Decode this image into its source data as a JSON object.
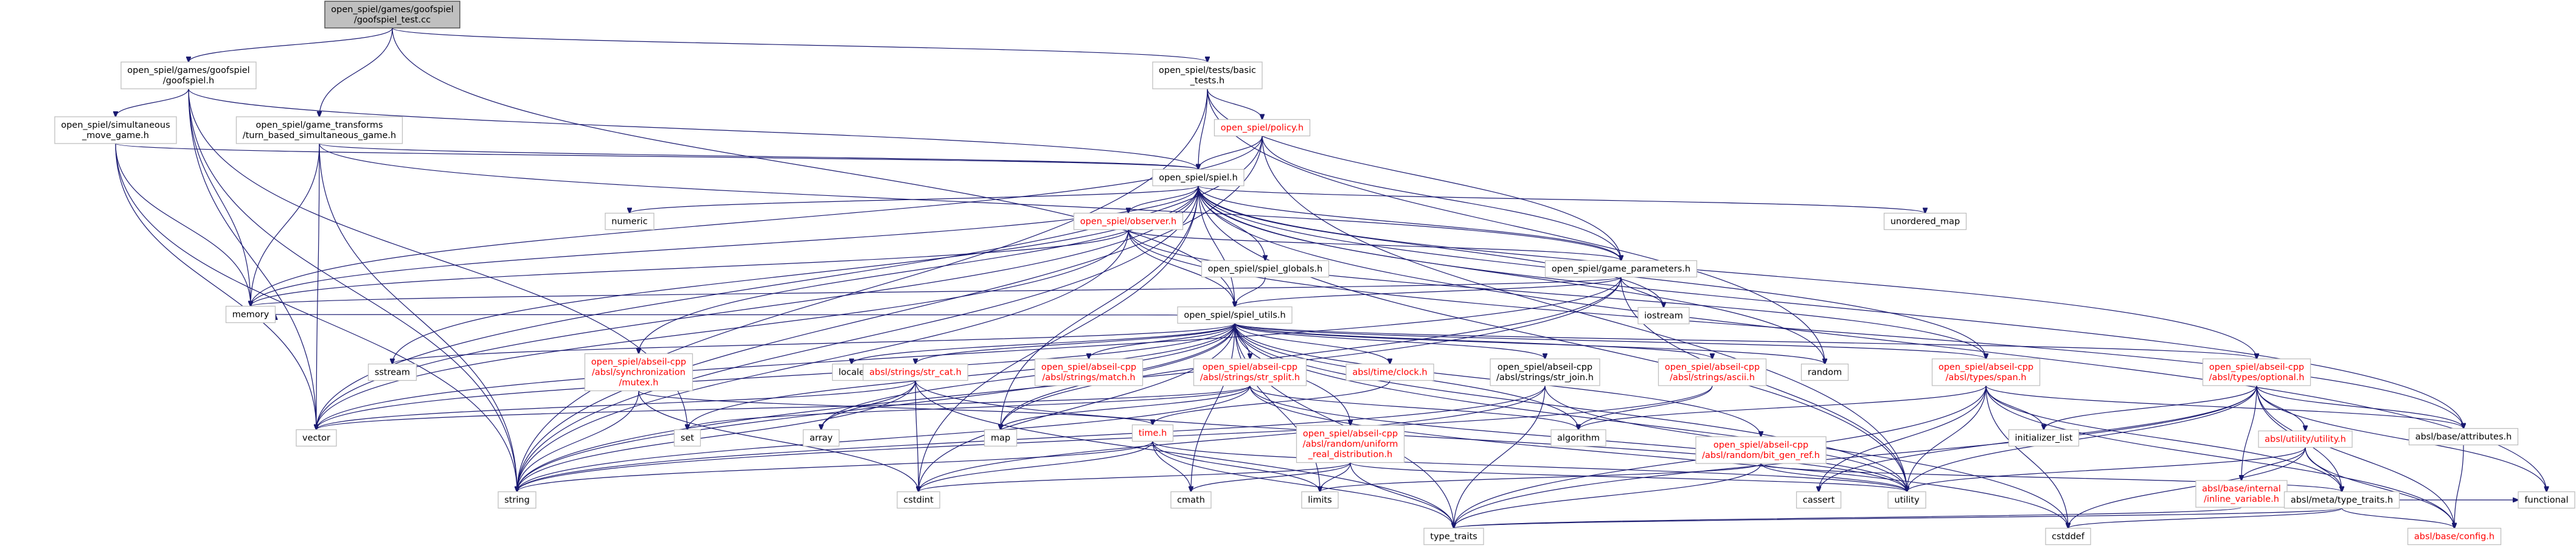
{
  "graph": {
    "nodes": [
      {
        "id": "goofspiel_test",
        "lines": [
          "open_spiel/games/goofspiel",
          "/goofspiel_test.cc"
        ],
        "style": "root"
      },
      {
        "id": "goofspiel_h",
        "lines": [
          "open_spiel/games/goofspiel",
          "/goofspiel.h"
        ],
        "style": "black"
      },
      {
        "id": "basic_tests",
        "lines": [
          "open_spiel/tests/basic",
          "_tests.h"
        ],
        "style": "black"
      },
      {
        "id": "simultaneous",
        "lines": [
          "open_spiel/simultaneous",
          "_move_game.h"
        ],
        "style": "black"
      },
      {
        "id": "turn_based",
        "lines": [
          "open_spiel/game_transforms",
          "/turn_based_simultaneous_game.h"
        ],
        "style": "black"
      },
      {
        "id": "policy",
        "lines": [
          "open_spiel/policy.h"
        ],
        "style": "red"
      },
      {
        "id": "spiel_h",
        "lines": [
          "open_spiel/spiel.h"
        ],
        "style": "black"
      },
      {
        "id": "numeric",
        "lines": [
          "numeric"
        ],
        "style": "gray"
      },
      {
        "id": "unordered_map",
        "lines": [
          "unordered_map"
        ],
        "style": "gray"
      },
      {
        "id": "observer",
        "lines": [
          "open_spiel/observer.h"
        ],
        "style": "red"
      },
      {
        "id": "spiel_globals",
        "lines": [
          "open_spiel/spiel_globals.h"
        ],
        "style": "black"
      },
      {
        "id": "game_parameters",
        "lines": [
          "open_spiel/game_parameters.h"
        ],
        "style": "black"
      },
      {
        "id": "memory",
        "lines": [
          "memory"
        ],
        "style": "gray"
      },
      {
        "id": "iostream",
        "lines": [
          "iostream"
        ],
        "style": "gray"
      },
      {
        "id": "spiel_utils",
        "lines": [
          "open_spiel/spiel_utils.h"
        ],
        "style": "black"
      },
      {
        "id": "sstream",
        "lines": [
          "sstream"
        ],
        "style": "gray"
      },
      {
        "id": "mutex",
        "lines": [
          "open_spiel/abseil-cpp",
          "/absl/synchronization",
          "/mutex.h"
        ],
        "style": "red"
      },
      {
        "id": "locale",
        "lines": [
          "locale"
        ],
        "style": "gray"
      },
      {
        "id": "str_cat",
        "lines": [
          "absl/strings/str_cat.h"
        ],
        "style": "red"
      },
      {
        "id": "match",
        "lines": [
          "open_spiel/abseil-cpp",
          "/absl/strings/match.h"
        ],
        "style": "red"
      },
      {
        "id": "str_split",
        "lines": [
          "open_spiel/abseil-cpp",
          "/absl/strings/str_split.h"
        ],
        "style": "red"
      },
      {
        "id": "clock",
        "lines": [
          "absl/time/clock.h"
        ],
        "style": "red"
      },
      {
        "id": "str_join",
        "lines": [
          "open_spiel/abseil-cpp",
          "/absl/strings/str_join.h"
        ],
        "style": "black"
      },
      {
        "id": "ascii",
        "lines": [
          "open_spiel/abseil-cpp",
          "/absl/strings/ascii.h"
        ],
        "style": "red"
      },
      {
        "id": "random",
        "lines": [
          "random"
        ],
        "style": "gray"
      },
      {
        "id": "span",
        "lines": [
          "open_spiel/abseil-cpp",
          "/absl/types/span.h"
        ],
        "style": "red"
      },
      {
        "id": "optional",
        "lines": [
          "open_spiel/abseil-cpp",
          "/absl/types/optional.h"
        ],
        "style": "red"
      },
      {
        "id": "vector",
        "lines": [
          "vector"
        ],
        "style": "gray"
      },
      {
        "id": "set",
        "lines": [
          "set"
        ],
        "style": "gray"
      },
      {
        "id": "array",
        "lines": [
          "array"
        ],
        "style": "gray"
      },
      {
        "id": "map",
        "lines": [
          "map"
        ],
        "style": "gray"
      },
      {
        "id": "uniform",
        "lines": [
          "open_spiel/abseil-cpp",
          "/absl/random/uniform",
          "_real_distribution.h"
        ],
        "style": "red"
      },
      {
        "id": "time_h",
        "lines": [
          "time.h"
        ],
        "style": "red"
      },
      {
        "id": "algorithm",
        "lines": [
          "algorithm"
        ],
        "style": "gray"
      },
      {
        "id": "bit_gen_ref",
        "lines": [
          "open_spiel/abseil-cpp",
          "/absl/random/bit_gen_ref.h"
        ],
        "style": "red"
      },
      {
        "id": "initializer_list",
        "lines": [
          "initializer_list"
        ],
        "style": "gray"
      },
      {
        "id": "attributes",
        "lines": [
          "absl/base/attributes.h"
        ],
        "style": "black"
      },
      {
        "id": "utility_h",
        "lines": [
          "absl/utility/utility.h"
        ],
        "style": "red"
      },
      {
        "id": "inline_variable",
        "lines": [
          "absl/base/internal",
          "/inline_variable.h"
        ],
        "style": "red"
      },
      {
        "id": "type_traits_h",
        "lines": [
          "absl/meta/type_traits.h"
        ],
        "style": "black"
      },
      {
        "id": "config",
        "lines": [
          "absl/base/config.h"
        ],
        "style": "red"
      },
      {
        "id": "string",
        "lines": [
          "string"
        ],
        "style": "gray"
      },
      {
        "id": "cstdint",
        "lines": [
          "cstdint"
        ],
        "style": "gray"
      },
      {
        "id": "cmath",
        "lines": [
          "cmath"
        ],
        "style": "gray"
      },
      {
        "id": "limits",
        "lines": [
          "limits"
        ],
        "style": "gray"
      },
      {
        "id": "cassert",
        "lines": [
          "cassert"
        ],
        "style": "gray"
      },
      {
        "id": "utility",
        "lines": [
          "utility"
        ],
        "style": "gray"
      },
      {
        "id": "type_traits",
        "lines": [
          "type_traits"
        ],
        "style": "gray"
      },
      {
        "id": "cstddef",
        "lines": [
          "cstddef"
        ],
        "style": "gray"
      },
      {
        "id": "functional",
        "lines": [
          "functional"
        ],
        "style": "gray"
      }
    ],
    "edges": [
      [
        "goofspiel_test",
        "goofspiel_h"
      ],
      [
        "goofspiel_test",
        "basic_tests"
      ],
      [
        "goofspiel_test",
        "turn_based"
      ],
      [
        "goofspiel_test",
        "spiel_utils"
      ],
      [
        "goofspiel_h",
        "simultaneous"
      ],
      [
        "goofspiel_h",
        "spiel_h"
      ],
      [
        "goofspiel_h",
        "memory"
      ],
      [
        "goofspiel_h",
        "vector"
      ],
      [
        "goofspiel_h",
        "string"
      ],
      [
        "goofspiel_h",
        "set"
      ],
      [
        "basic_tests",
        "policy"
      ],
      [
        "basic_tests",
        "spiel_h"
      ],
      [
        "basic_tests",
        "game_parameters"
      ],
      [
        "basic_tests",
        "random"
      ],
      [
        "basic_tests",
        "string"
      ],
      [
        "simultaneous",
        "spiel_h"
      ],
      [
        "simultaneous",
        "memory"
      ],
      [
        "simultaneous",
        "string"
      ],
      [
        "simultaneous",
        "vector"
      ],
      [
        "turn_based",
        "spiel_h"
      ],
      [
        "turn_based",
        "memory"
      ],
      [
        "turn_based",
        "string"
      ],
      [
        "turn_based",
        "vector"
      ],
      [
        "turn_based",
        "game_parameters"
      ],
      [
        "policy",
        "spiel_h"
      ],
      [
        "policy",
        "memory"
      ],
      [
        "policy",
        "string"
      ],
      [
        "policy",
        "vector"
      ],
      [
        "policy",
        "utility"
      ],
      [
        "policy",
        "game_parameters"
      ],
      [
        "spiel_h",
        "numeric"
      ],
      [
        "spiel_h",
        "unordered_map"
      ],
      [
        "spiel_h",
        "observer"
      ],
      [
        "spiel_h",
        "spiel_globals"
      ],
      [
        "spiel_h",
        "game_parameters"
      ],
      [
        "spiel_h",
        "spiel_utils"
      ],
      [
        "spiel_h",
        "memory"
      ],
      [
        "spiel_h",
        "iostream"
      ],
      [
        "spiel_h",
        "sstream"
      ],
      [
        "spiel_h",
        "mutex"
      ],
      [
        "spiel_h",
        "random"
      ],
      [
        "spiel_h",
        "span"
      ],
      [
        "spiel_h",
        "optional"
      ],
      [
        "spiel_h",
        "string"
      ],
      [
        "spiel_h",
        "vector"
      ],
      [
        "spiel_h",
        "map"
      ],
      [
        "spiel_h",
        "utility"
      ],
      [
        "spiel_h",
        "functional"
      ],
      [
        "spiel_h",
        "attributes"
      ],
      [
        "spiel_h",
        "cstdint"
      ],
      [
        "observer",
        "spiel_utils"
      ],
      [
        "observer",
        "game_parameters"
      ],
      [
        "observer",
        "memory"
      ],
      [
        "observer",
        "string"
      ],
      [
        "observer",
        "vector"
      ],
      [
        "observer",
        "span"
      ],
      [
        "observer",
        "attributes"
      ],
      [
        "spiel_globals",
        "spiel_utils"
      ],
      [
        "game_parameters",
        "spiel_utils"
      ],
      [
        "game_parameters",
        "memory"
      ],
      [
        "game_parameters",
        "iostream"
      ],
      [
        "game_parameters",
        "string"
      ],
      [
        "game_parameters",
        "vector"
      ],
      [
        "game_parameters",
        "utility"
      ],
      [
        "game_parameters",
        "map"
      ],
      [
        "spiel_utils",
        "sstream"
      ],
      [
        "spiel_utils",
        "locale"
      ],
      [
        "spiel_utils",
        "str_cat"
      ],
      [
        "spiel_utils",
        "match"
      ],
      [
        "spiel_utils",
        "str_split"
      ],
      [
        "spiel_utils",
        "clock"
      ],
      [
        "spiel_utils",
        "str_join"
      ],
      [
        "spiel_utils",
        "ascii"
      ],
      [
        "spiel_utils",
        "random"
      ],
      [
        "spiel_utils",
        "span"
      ],
      [
        "spiel_utils",
        "optional"
      ],
      [
        "spiel_utils",
        "vector"
      ],
      [
        "spiel_utils",
        "set"
      ],
      [
        "spiel_utils",
        "array"
      ],
      [
        "spiel_utils",
        "map"
      ],
      [
        "spiel_utils",
        "uniform"
      ],
      [
        "spiel_utils",
        "algorithm"
      ],
      [
        "spiel_utils",
        "bit_gen_ref"
      ],
      [
        "spiel_utils",
        "string"
      ],
      [
        "spiel_utils",
        "cstdint"
      ],
      [
        "spiel_utils",
        "cmath"
      ],
      [
        "spiel_utils",
        "limits"
      ],
      [
        "spiel_utils",
        "utility"
      ],
      [
        "spiel_utils",
        "type_traits"
      ],
      [
        "spiel_utils",
        "cstddef"
      ],
      [
        "spiel_utils",
        "memory"
      ],
      [
        "mutex",
        "string"
      ],
      [
        "mutex",
        "cstdint"
      ],
      [
        "mutex",
        "time_h"
      ],
      [
        "str_cat",
        "string"
      ],
      [
        "str_cat",
        "vector"
      ],
      [
        "str_cat",
        "array"
      ],
      [
        "str_cat",
        "cstdint"
      ],
      [
        "str_cat",
        "type_traits"
      ],
      [
        "str_cat",
        "utility"
      ],
      [
        "str_split",
        "map"
      ],
      [
        "str_split",
        "set"
      ],
      [
        "str_split",
        "string"
      ],
      [
        "str_split",
        "vector"
      ],
      [
        "str_split",
        "utility"
      ],
      [
        "str_split",
        "algorithm"
      ],
      [
        "str_split",
        "cstddef"
      ],
      [
        "clock",
        "time_h"
      ],
      [
        "str_join",
        "string"
      ],
      [
        "str_join",
        "utility"
      ],
      [
        "str_join",
        "type_traits"
      ],
      [
        "str_join",
        "cstdint"
      ],
      [
        "ascii",
        "algorithm"
      ],
      [
        "ascii",
        "string"
      ],
      [
        "span",
        "algorithm"
      ],
      [
        "span",
        "cassert"
      ],
      [
        "span",
        "cstddef"
      ],
      [
        "span",
        "initializer_list"
      ],
      [
        "span",
        "type_traits"
      ],
      [
        "span",
        "utility"
      ],
      [
        "span",
        "attributes"
      ],
      [
        "span",
        "config"
      ],
      [
        "span",
        "type_traits_h"
      ],
      [
        "optional",
        "cassert"
      ],
      [
        "optional",
        "functional"
      ],
      [
        "optional",
        "initializer_list"
      ],
      [
        "optional",
        "type_traits"
      ],
      [
        "optional",
        "utility"
      ],
      [
        "optional",
        "attributes"
      ],
      [
        "optional",
        "utility_h"
      ],
      [
        "optional",
        "inline_variable"
      ],
      [
        "optional",
        "type_traits_h"
      ],
      [
        "optional",
        "config"
      ],
      [
        "uniform",
        "cmath"
      ],
      [
        "uniform",
        "cstdint"
      ],
      [
        "uniform",
        "limits"
      ],
      [
        "uniform",
        "type_traits"
      ],
      [
        "uniform",
        "utility"
      ],
      [
        "time_h",
        "string"
      ],
      [
        "time_h",
        "cstdint"
      ],
      [
        "time_h",
        "cmath"
      ],
      [
        "time_h",
        "limits"
      ],
      [
        "time_h",
        "type_traits"
      ],
      [
        "time_h",
        "utility"
      ],
      [
        "bit_gen_ref",
        "limits"
      ],
      [
        "bit_gen_ref",
        "type_traits"
      ],
      [
        "bit_gen_ref",
        "utility"
      ],
      [
        "bit_gen_ref",
        "type_traits_h"
      ],
      [
        "attributes",
        "config"
      ],
      [
        "utility_h",
        "cstddef"
      ],
      [
        "utility_h",
        "tuple_dummy_skip"
      ],
      [
        "utility_h",
        "utility"
      ],
      [
        "utility_h",
        "inline_variable"
      ],
      [
        "utility_h",
        "type_traits_h"
      ],
      [
        "utility_h",
        "config"
      ],
      [
        "inline_variable",
        "type_traits"
      ],
      [
        "inline_variable",
        "type_traits_h"
      ],
      [
        "type_traits_h",
        "cstddef"
      ],
      [
        "type_traits_h",
        "functional"
      ],
      [
        "type_traits_h",
        "type_traits"
      ],
      [
        "type_traits_h",
        "config"
      ]
    ]
  }
}
